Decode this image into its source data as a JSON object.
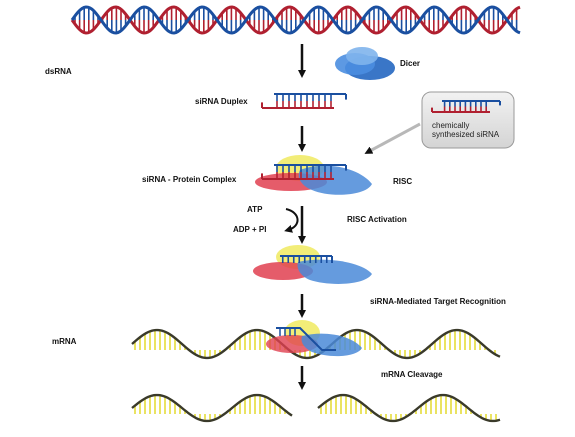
{
  "labels": {
    "dsrna": "dsRNA",
    "dicer": "Dicer",
    "sirna_duplex": "siRNA Duplex",
    "chem_line1": "chemically",
    "chem_line2": "synthesized siRNA",
    "sirna_protein_complex": "siRNA - Protein Complex",
    "risc": "RISC",
    "atp": "ATP",
    "adp_pi": "ADP + PI",
    "risc_activation": "RISC Activation",
    "target_recognition": "siRNA-Mediated Target Recognition",
    "mrna": "mRNA",
    "mrna_cleavage": "mRNA Cleavage"
  },
  "colors": {
    "rna_red": "#b02030",
    "rna_blue": "#1a4fa0",
    "mrna_strand": "#3a3a2a",
    "mrna_rungs": "#e8e050",
    "dicer_blue": "#3a7fd0",
    "risc_blue": "#4a8ad8",
    "risc_red": "#e04050",
    "risc_yellow": "#f0ea60",
    "arrow": "#111111",
    "box_bg": "#e6e6e6",
    "box_border": "#999999"
  }
}
